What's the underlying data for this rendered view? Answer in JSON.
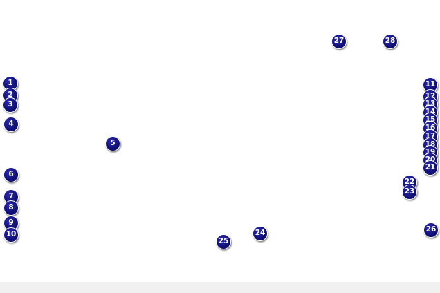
{
  "markers": [
    {
      "label": "1"
    },
    {
      "label": "2"
    },
    {
      "label": "3"
    },
    {
      "label": "4"
    },
    {
      "label": "5"
    },
    {
      "label": "6"
    },
    {
      "label": "7"
    },
    {
      "label": "8"
    },
    {
      "label": "9"
    },
    {
      "label": "10"
    },
    {
      "label": "11"
    },
    {
      "label": "12"
    },
    {
      "label": "13"
    },
    {
      "label": "14"
    },
    {
      "label": "15"
    },
    {
      "label": "16"
    },
    {
      "label": "17"
    },
    {
      "label": "18"
    },
    {
      "label": "19"
    },
    {
      "label": "20"
    },
    {
      "label": "21"
    },
    {
      "label": "22"
    },
    {
      "label": "23"
    },
    {
      "label": "24"
    },
    {
      "label": "25"
    },
    {
      "label": "26"
    },
    {
      "label": "27"
    },
    {
      "label": "28"
    }
  ],
  "colors": {
    "marker_fill": "#12127a",
    "marker_border": "#ffffff",
    "background": "#ffffff"
  }
}
